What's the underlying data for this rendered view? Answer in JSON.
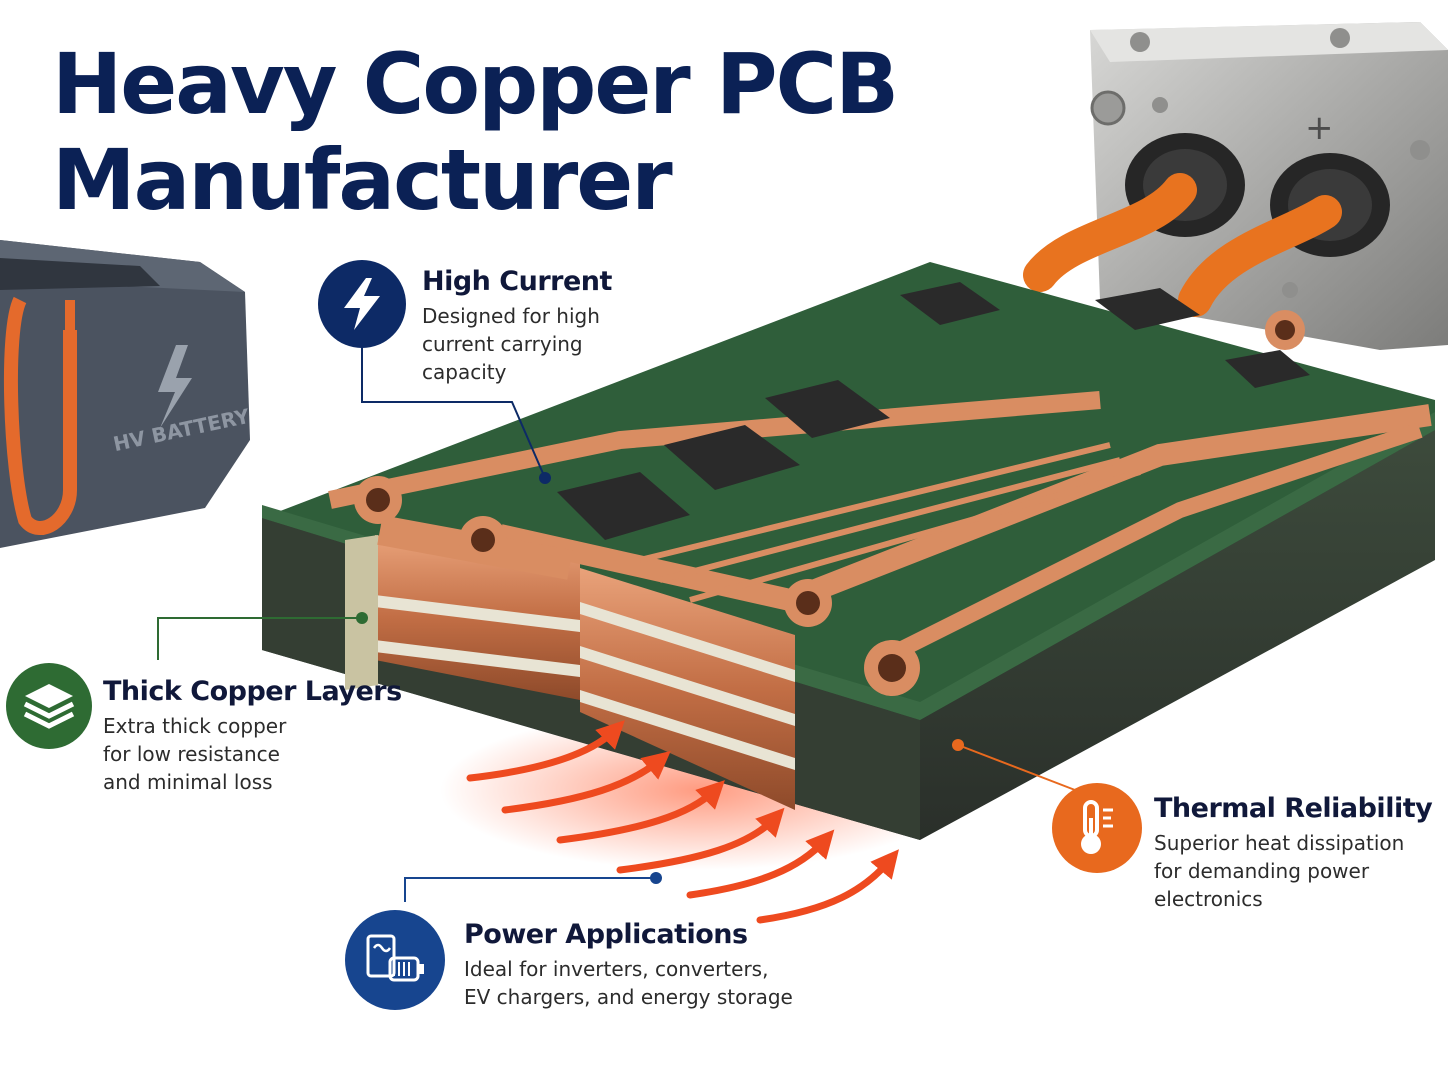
{
  "title": {
    "line1": "Heavy Copper PCB",
    "line2": "Manufacturer"
  },
  "battery_label": "HV BATTERY",
  "terminal_sign": "+",
  "callouts": {
    "high_current": {
      "title": "High Current",
      "desc": [
        "Designed for high",
        "current carrying",
        "capacity"
      ],
      "icon": "lightning-bolt-icon",
      "color": "#0d2a66"
    },
    "thick_copper": {
      "title": "Thick Copper Layers",
      "desc": [
        "Extra thick copper",
        "for low resistance",
        "and minimal loss"
      ],
      "icon": "layers-stack-icon",
      "color": "#2e6b33"
    },
    "thermal": {
      "title": "Thermal Reliability",
      "desc": [
        "Superior heat dissipation",
        "for demanding power",
        "electronics"
      ],
      "icon": "thermometer-icon",
      "color": "#e8691e"
    },
    "power": {
      "title": "Power Applications",
      "desc": [
        "Ideal for inverters, converters,",
        "EV chargers, and energy storage"
      ],
      "icon": "inverter-motor-icon",
      "color": "#17458f"
    }
  }
}
